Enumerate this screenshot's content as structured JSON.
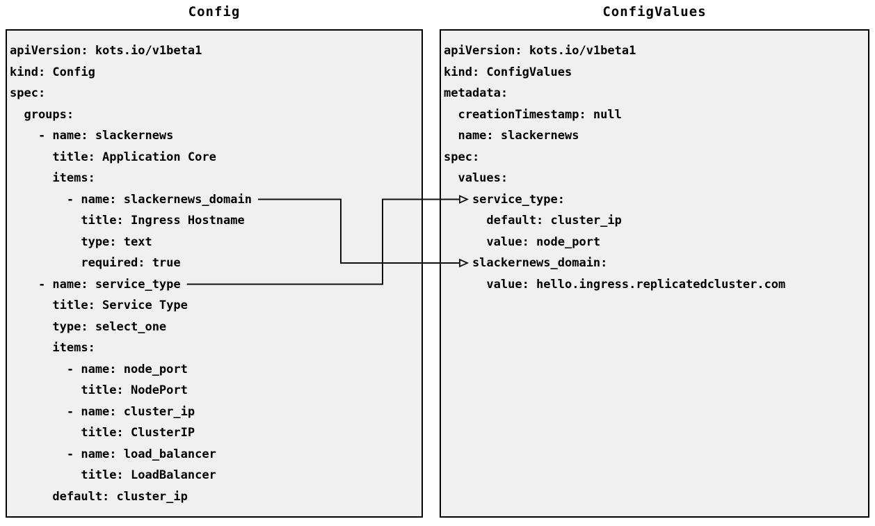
{
  "colors": {
    "page_background": "#ffffff",
    "panel_background": "#f0f0f0",
    "panel_border": "#000000",
    "text": "#000000",
    "connector": "#111111"
  },
  "left_panel": {
    "title": "Config",
    "code_lines": [
      "apiVersion: kots.io/v1beta1",
      "kind: Config",
      "spec:",
      "  groups:",
      "    - name: slackernews",
      "      title: Application Core",
      "      items:",
      "        - name: slackernews_domain",
      "          title: Ingress Hostname",
      "          type: text",
      "          required: true",
      "    - name: service_type",
      "      title: Service Type",
      "      type: select_one",
      "      items:",
      "        - name: node_port",
      "          title: NodePort",
      "        - name: cluster_ip",
      "          title: ClusterIP",
      "        - name: load_balancer",
      "          title: LoadBalancer",
      "      default: cluster_ip"
    ]
  },
  "right_panel": {
    "title": "ConfigValues",
    "code_lines": [
      "apiVersion: kots.io/v1beta1",
      "kind: ConfigValues",
      "metadata:",
      "  creationTimestamp: null",
      "  name: slackernews",
      "spec:",
      "  values:",
      "    service_type:",
      "      default: cluster_ip",
      "      value: node_port",
      "    slackernews_domain:",
      "      value: hello.ingress.replicatedcluster.com"
    ]
  },
  "connections": [
    {
      "from_key": "slackernews_domain",
      "from_line": 7,
      "to_key": "slackernews_domain",
      "to_line": 10
    },
    {
      "from_key": "service_type",
      "from_line": 11,
      "to_key": "service_type",
      "to_line": 7
    }
  ]
}
